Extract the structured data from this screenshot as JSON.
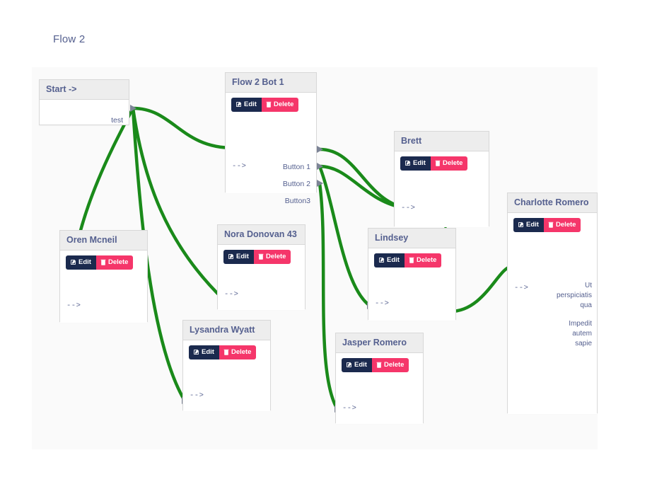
{
  "header": {
    "title": "Flow 2"
  },
  "canvas": {
    "edge_color": "#1a8a1a",
    "node_header_bg": "#ededed",
    "node_border": "#d8d8d8",
    "background": "#fafafa"
  },
  "buttons": {
    "edit_label": "Edit",
    "delete_label": "Delete",
    "edit_color": "#1b2a4e",
    "delete_color": "#f5366a",
    "edit_icon": "pencil-square-icon",
    "delete_icon": "trash-icon"
  },
  "nodes": [
    {
      "id": "start",
      "title": "Start ->",
      "has_buttons": false,
      "inputs": [],
      "outputs": [
        "test"
      ]
    },
    {
      "id": "flow2bot1",
      "title": "Flow 2 Bot 1",
      "has_buttons": true,
      "inputs": [
        "-->"
      ],
      "outputs": [
        "Button 1",
        "Button 2",
        "Button3"
      ]
    },
    {
      "id": "brett",
      "title": "Brett",
      "has_buttons": true,
      "inputs": [
        "-->"
      ],
      "outputs": []
    },
    {
      "id": "charlotte",
      "title": "Charlotte Romero",
      "has_buttons": true,
      "inputs": [
        "-->"
      ],
      "outputs": [
        "Ut perspiciatis qua",
        "Impedit autem sapie"
      ],
      "output_lines": [
        [
          "Ut",
          "perspiciatis",
          "qua"
        ],
        [
          "Impedit",
          "autem",
          "sapie"
        ]
      ]
    },
    {
      "id": "oren",
      "title": "Oren Mcneil",
      "has_buttons": true,
      "inputs": [
        "-->"
      ],
      "outputs": []
    },
    {
      "id": "nora",
      "title": "Nora Donovan 43",
      "has_buttons": true,
      "inputs": [
        "-->"
      ],
      "outputs": []
    },
    {
      "id": "lindsey",
      "title": "Lindsey",
      "has_buttons": true,
      "inputs": [
        "-->"
      ],
      "outputs": []
    },
    {
      "id": "lysandra",
      "title": "Lysandra Wyatt",
      "has_buttons": true,
      "inputs": [
        "-->"
      ],
      "outputs": []
    },
    {
      "id": "jasper",
      "title": "Jasper Romero",
      "has_buttons": true,
      "inputs": [
        "-->"
      ],
      "outputs": []
    }
  ],
  "labels": {
    "start_title": "Start ->",
    "start_out": "test",
    "flow2bot1_title": "Flow 2 Bot 1",
    "flow2bot1_in": "-->",
    "flow2bot1_btn1": "Button 1",
    "flow2bot1_btn2": "Button 2",
    "flow2bot1_btn3": "Button3",
    "brett_title": "Brett",
    "brett_in": "-->",
    "charlotte_title": "Charlotte Romero",
    "charlotte_in": "-->",
    "charlotte_o1_l1": "Ut",
    "charlotte_o1_l2": "perspiciatis",
    "charlotte_o1_l3": "qua",
    "charlotte_o2_l1": "Impedit",
    "charlotte_o2_l2": "autem",
    "charlotte_o2_l3": "sapie",
    "oren_title": "Oren Mcneil",
    "oren_in": "-->",
    "nora_title": "Nora Donovan 43",
    "nora_in": "-->",
    "lindsey_title": "Lindsey",
    "lindsey_in": "-->",
    "lysandra_title": "Lysandra Wyatt",
    "lysandra_in": "-->",
    "jasper_title": "Jasper Romero",
    "jasper_in": "-->"
  },
  "edges": [
    {
      "from": "start.test",
      "to": "flow2bot1.in"
    },
    {
      "from": "start.test",
      "to": "oren.in"
    },
    {
      "from": "start.test",
      "to": "nora.in"
    },
    {
      "from": "start.test",
      "to": "lysandra.in"
    },
    {
      "from": "flow2bot1.Button 1",
      "to": "brett.in"
    },
    {
      "from": "flow2bot1.Button 2",
      "to": "brett.in"
    },
    {
      "from": "flow2bot1.Button 2",
      "to": "lindsey.in"
    },
    {
      "from": "flow2bot1.Button3",
      "to": "jasper.in"
    },
    {
      "from": "brett.out",
      "to": "lindsey.top"
    },
    {
      "from": "lindsey.out",
      "to": "charlotte.in"
    }
  ]
}
